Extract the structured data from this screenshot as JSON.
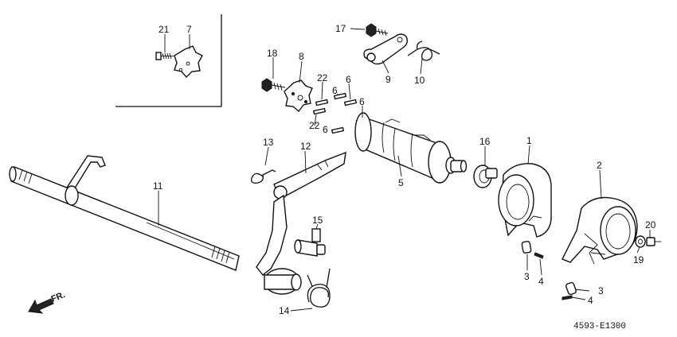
{
  "diagram": {
    "code": "4593-E1300",
    "direction_label": "FR.",
    "callouts": {
      "p1": "1",
      "p2": "2",
      "p3a": "3",
      "p3b": "3",
      "p4a": "4",
      "p4b": "4",
      "p5": "5",
      "p6a": "6",
      "p6b": "6",
      "p6c": "6",
      "p6d": "6",
      "p7": "7",
      "p8": "8",
      "p9": "9",
      "p10": "10",
      "p11": "11",
      "p12": "12",
      "p13": "13",
      "p14": "14",
      "p15": "15",
      "p16": "16",
      "p17": "17",
      "p18": "18",
      "p19": "19",
      "p20": "20",
      "p21": "21",
      "p22a": "22",
      "p22b": "22"
    }
  }
}
